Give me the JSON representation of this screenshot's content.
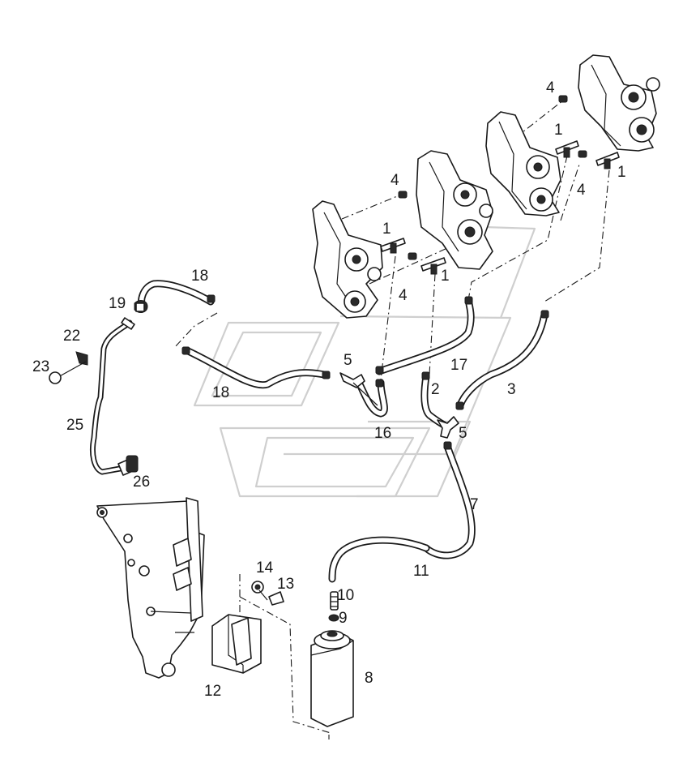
{
  "diagram": {
    "callouts": [
      "1",
      "1",
      "1",
      "1",
      "2",
      "3",
      "4",
      "4",
      "4",
      "4",
      "5",
      "5",
      "7",
      "8",
      "9",
      "10",
      "11",
      "12",
      "13",
      "14",
      "16",
      "17",
      "18",
      "18",
      "19",
      "22",
      "23",
      "25",
      "26"
    ]
  }
}
